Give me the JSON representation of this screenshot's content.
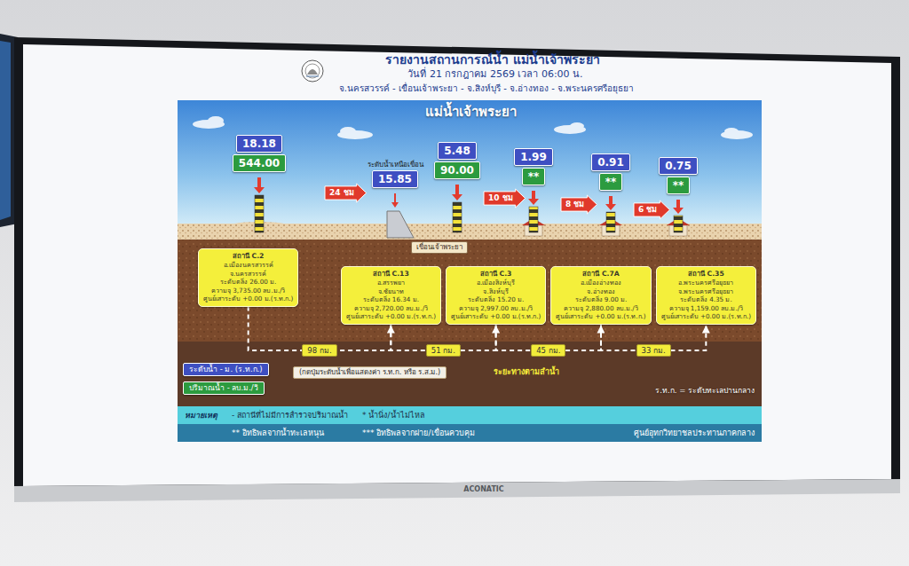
{
  "diagram": {
    "title": "รายงานสถานการณ์น้ำ แม่น้ำเจ้าพระยา",
    "nodes": [
      {
        "text": [
          "18.18"
        ]
      },
      {
        "text": [
          "544.00"
        ]
      },
      {
        "text": [
          "24 ชม"
        ]
      },
      {
        "text": [
          "ระดับน้ำเหนือเขื่อน",
          "15.85"
        ]
      },
      {
        "text": [
          "5.48"
        ]
      },
      {
        "text": [
          "90.00"
        ]
      },
      {
        "text": [
          "10 ชม"
        ]
      },
      {
        "text": [
          "1.99"
        ]
      },
      {
        "text": [
          "**"
        ]
      },
      {
        "text": [
          "8 ชม"
        ]
      },
      {
        "text": [
          "0.91"
        ]
      },
      {
        "text": [
          "**"
        ]
      },
      {
        "text": [
          "6 ชม"
        ]
      },
      {
        "text": [
          "0.75"
        ]
      },
      {
        "text": [
          "**"
        ]
      },
      {
        "text": [
          "เขื่อนเจ้าพระยา"
        ]
      },
      {
        "text": [
          "สถานี C.2",
          "อ.เมืองนครสวรรค์",
          "จ.นครสวรรค์",
          "ระดับตลิ่ง 26.00 ม.",
          "ความจุ 3,735.00 ลบ.ม./วิ",
          "ศูนย์เสาระดับ +0.00 ม.(ร.ท.ก.)"
        ]
      },
      {
        "text": [
          "สถานี C.13",
          "อ.สรรพยา",
          "จ.ชัยนาท",
          "ระดับตลิ่ง 16.34 ม.",
          "ความจุ 2,720.00 ลบ.ม./วิ",
          "ศูนย์เสาระดับ +0.00 ม.(ร.ท.ก.)"
        ]
      },
      {
        "text": [
          "สถานี C.3",
          "อ.เมืองสิงห์บุรี",
          "จ.สิงห์บุรี",
          "ระดับตลิ่ง 15.20 ม.",
          "ความจุ 2,997.00 ลบ.ม./วิ",
          "ศูนย์เสาระดับ +0.00 ม.(ร.ท.ก.)"
        ]
      },
      {
        "text": [
          "สถานี C.7A",
          "อ.เมืองอ่างทอง",
          "จ.อ่างทอง",
          "ระดับตลิ่ง 9.00 ม.",
          "ความจุ 2,880.00 ลบ.ม./วิ",
          "ศูนย์เสาระดับ +0.00 ม.(ร.ท.ก.)"
        ]
      },
      {
        "text": [
          "สถานี C.35",
          "อ.พระนครศรีอยุธยา",
          "จ.พระนครศรีอยุธยา",
          "ระดับตลิ่ง 4.35 ม.",
          "ความจุ 1,159.00 ลบ.ม./วิ",
          "ศูนย์เสาระดับ +0.00 ม.(ร.ท.ก.)"
        ]
      },
      {
        "text": [
          "(กดปุ่มระดับน้ำเพื่อแสดงค่า ร.ท.ก. หรือ ร.ส.ม.)"
        ]
      },
      {
        "text": [
          "หมายเหตุ",
          "- สถานีที่ไม่มีการสำรวจปริมาณน้ำ",
          "* น้ำนิ่ง/น้ำไม่ไหล",
          "** อิทธิพลจากน้ำทะเลหนุน",
          "*** อิทธิพลจากฝาย/เขื่อนควบคุม",
          "ศูนย์อุทกวิทยาชลประทานภาคกลาง"
        ]
      }
    ],
    "edges": [
      {
        "from": 16,
        "to": 17,
        "label": "98 กม.",
        "arrow": "to"
      },
      {
        "from": 17,
        "to": 18,
        "label": "51 กม.",
        "arrow": "to"
      },
      {
        "from": 18,
        "to": 19,
        "label": "45 กม.",
        "arrow": "to"
      },
      {
        "from": 19,
        "to": 20,
        "label": "33 กม.",
        "arrow": "to"
      }
    ],
    "labels": [
      "วันที่ 21 กรกฎาคม 2569 เวลา 06:00 น.",
      "จ.นครสวรรค์ - เขื่อนเจ้าพระยา - จ.สิงห์บุรี - จ.อ่างทอง - จ.พระนครศรีอยุธยา",
      "แม่น้ำเจ้าพระยา",
      "ระยะทางตามลำน้ำ",
      "ร.ท.ก. = ระดับทะเลปานกลาง",
      "ACONATIC"
    ],
    "legend": [
      {
        "text": "ระดับน้ำ - ม. (ร.ท.ก.)",
        "color": "#3e4fc2"
      },
      {
        "text": "ปริมาณน้ำ - ลบ.ม./วิ",
        "color": "#2c9b3f"
      }
    ]
  }
}
